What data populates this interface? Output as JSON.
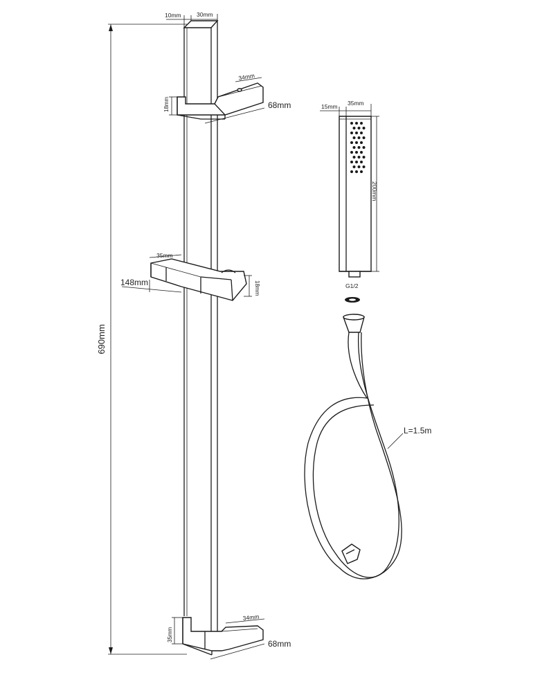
{
  "dimensions": {
    "rail_height": "690mm",
    "rail_depth": "10mm",
    "rail_width": "30mm",
    "top_bracket_width": "34mm",
    "top_bracket_height": "18mm",
    "top_bracket_projection": "68mm",
    "holder_width": "35mm",
    "holder_projection": "148mm",
    "holder_height": "18mm",
    "bottom_bracket_width": "34mm",
    "bottom_bracket_height": "35mm",
    "bottom_bracket_projection": "68mm",
    "handset_side": "15mm",
    "handset_width": "35mm",
    "handset_length": "200mm",
    "thread": "G1/2",
    "hose_length": "L=1.5m"
  }
}
